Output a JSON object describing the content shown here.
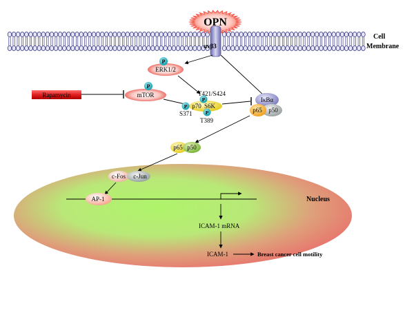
{
  "ligand": {
    "label": "OPN"
  },
  "membrane": {
    "label_line1": "Cell",
    "label_line2": "Membrane"
  },
  "receptor": {
    "label": "αvβ3"
  },
  "inhibitor": {
    "label": "Rapamycin"
  },
  "phospho": {
    "label": "P"
  },
  "erk": {
    "label": "ERK1/2"
  },
  "mtor": {
    "label": "mTOR"
  },
  "s6k": {
    "label_p70": "p70",
    "label_s6k": "S6K",
    "site_top": "T421/S424",
    "site_left": "S371",
    "site_bottom": "T389"
  },
  "ikb": {
    "label": "IκBα"
  },
  "nfkb": {
    "p65": "p65",
    "p50": "p50"
  },
  "ap1": {
    "cfos": "c-Fos",
    "cjun": "c-Jun",
    "complex": "AP-1"
  },
  "nucleus": {
    "label": "Nucleus"
  },
  "outputs": {
    "mrna": "ICAM-1 mRNA",
    "protein": "ICAM-1",
    "phenotype": "Breast cancer cell motility"
  }
}
